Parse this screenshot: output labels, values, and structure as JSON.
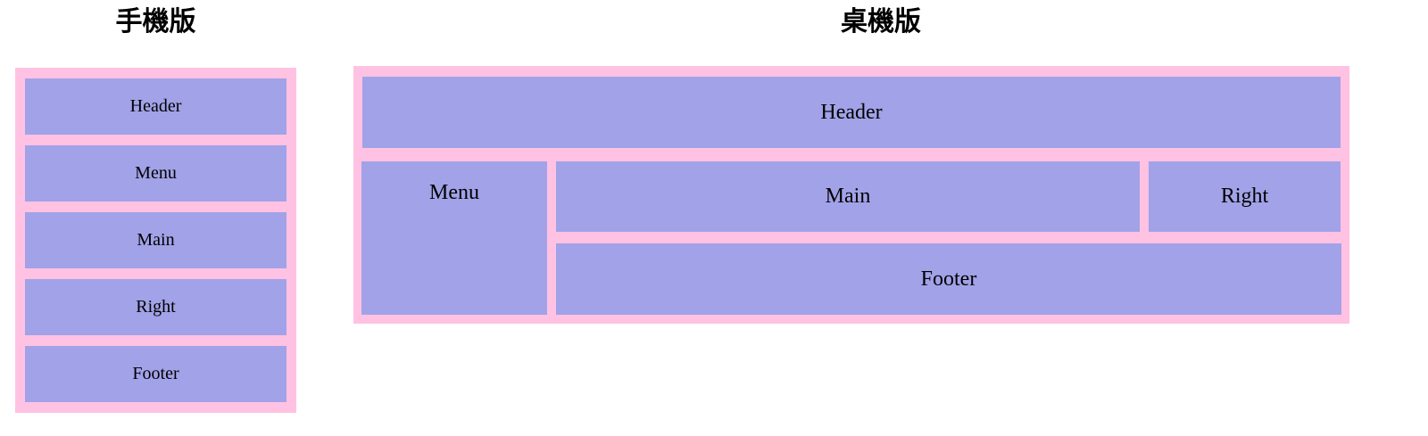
{
  "colors": {
    "panel_pink": "#ffc2e2",
    "box_purple": "#a2a2e8",
    "text": "#000000"
  },
  "mobile": {
    "title": "手機版",
    "boxes": [
      "Header",
      "Menu",
      "Main",
      "Right",
      "Footer"
    ]
  },
  "desktop": {
    "title": "桌機版",
    "boxes": [
      "Header",
      "Menu",
      "Main",
      "Right",
      "Footer"
    ]
  }
}
